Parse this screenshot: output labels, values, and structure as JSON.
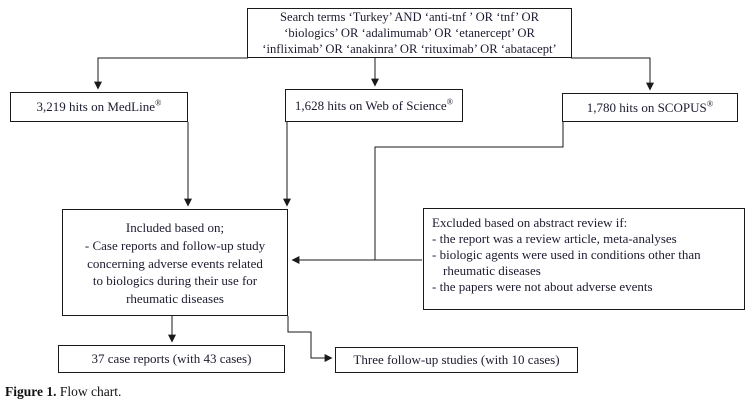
{
  "figure": {
    "caption_label": "Figure 1.",
    "caption_text": " Flow chart."
  },
  "colors": {
    "text": "#1b1b2f",
    "border": "#1a1a1a",
    "background": "#ffffff"
  },
  "flowchart": {
    "search_box": {
      "lines": [
        "Search terms ‘Turkey’ AND ‘anti-tnf ’ OR ‘tnf’ OR",
        "‘biologics’ OR ‘adalimumab’ OR ‘etanercept’ OR",
        "‘infliximab’ OR ‘anakinra’ OR ‘rituximab’ OR ‘abatacept’"
      ]
    },
    "medline_box": {
      "label": "3,219 hits on MedLine",
      "reg": "®"
    },
    "wos_box": {
      "label": "1,628 hits on Web of Science",
      "reg": "®"
    },
    "scopus_box": {
      "label": "1,780 hits on SCOPUS",
      "reg": "®"
    },
    "included_box": {
      "lines": [
        "Included based on;",
        "- Case reports and follow-up study",
        "concerning adverse events related",
        "to biologics during their use for",
        "rheumatic diseases"
      ]
    },
    "excluded_box": {
      "title": "Excluded based on abstract review if:",
      "items": [
        "- the report was a review article, meta-analyses",
        "- biologic agents were used in conditions other than rheumatic diseases",
        "- the papers were not about adverse events"
      ]
    },
    "case_reports_box": {
      "label": "37 case reports (with 43 cases)"
    },
    "followup_box": {
      "label": "Three follow-up studies (with 10 cases)"
    }
  }
}
